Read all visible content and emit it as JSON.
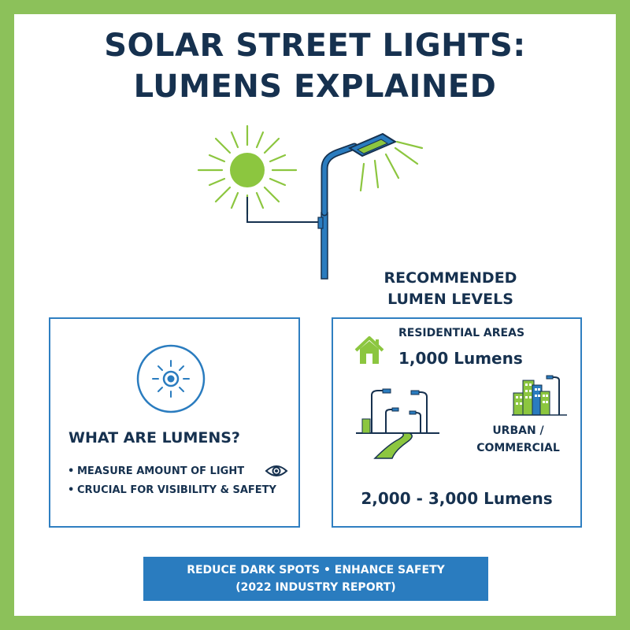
{
  "title": {
    "line1": "SOLAR STREET LIGHTS:",
    "line2": "LUMENS EXPLAINED"
  },
  "recommended": {
    "line1": "RECOMMENDED",
    "line2": "LUMEN LEVELS"
  },
  "what": {
    "heading": "WHAT ARE LUMENS?",
    "bullets": [
      "MEASURE AMOUNT OF LIGHT",
      "CRUCIAL FOR VISIBILITY & SAFETY"
    ]
  },
  "levels": {
    "residential_label": "RESIDENTIAL AREAS",
    "residential_value": "1,000 Lumens",
    "urban_line1": "URBAN /",
    "urban_line2": "COMMERCIAL",
    "urban_value": "2,000 - 3,000 Lumens"
  },
  "banner": {
    "line1": "REDUCE DARK SPOTS • ENHANCE SAFETY",
    "line2": "(2022 INDUSTRY REPORT)"
  },
  "colors": {
    "frame_green": "#8cc15a",
    "navy_text": "#16314f",
    "accent_blue": "#2a7cbf",
    "light_green": "#8cc63f"
  },
  "icons": [
    "sun-icon",
    "street-lamp-icon",
    "lumens-badge-icon",
    "eye-icon",
    "house-icon",
    "road-lamps-icon",
    "city-buildings-icon"
  ]
}
